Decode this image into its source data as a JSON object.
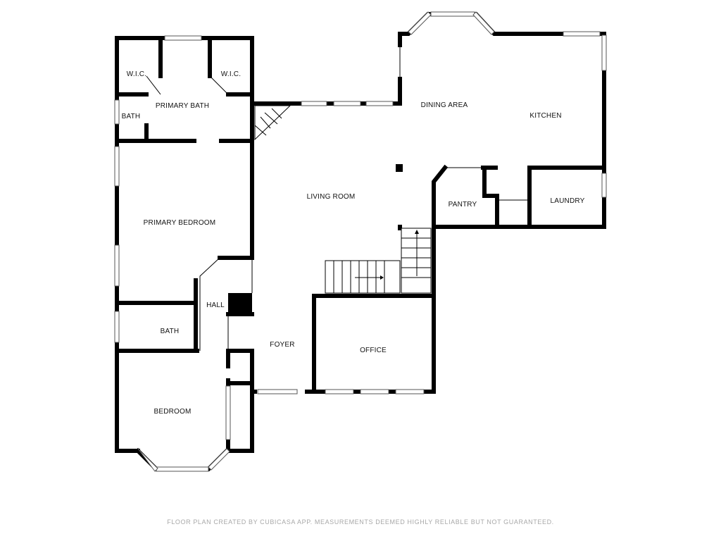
{
  "rooms": {
    "wic_left": "W.I.C.",
    "wic_right": "W.I.C.",
    "bath_top": "BATH",
    "primary_bath": "PRIMARY BATH",
    "dining_area": "DINING AREA",
    "kitchen": "KITCHEN",
    "living_room": "LIVING ROOM",
    "pantry": "PANTRY",
    "laundry": "LAUNDRY",
    "primary_bedroom": "PRIMARY BEDROOM",
    "hall": "HALL",
    "bath_lower": "BATH",
    "foyer": "FOYER",
    "office": "OFFICE",
    "bedroom": "BEDROOM"
  },
  "footer": "FLOOR PLAN CREATED BY CUBICASA APP. MEASUREMENTS DEEMED HIGHLY RELIABLE BUT NOT GUARANTEED."
}
